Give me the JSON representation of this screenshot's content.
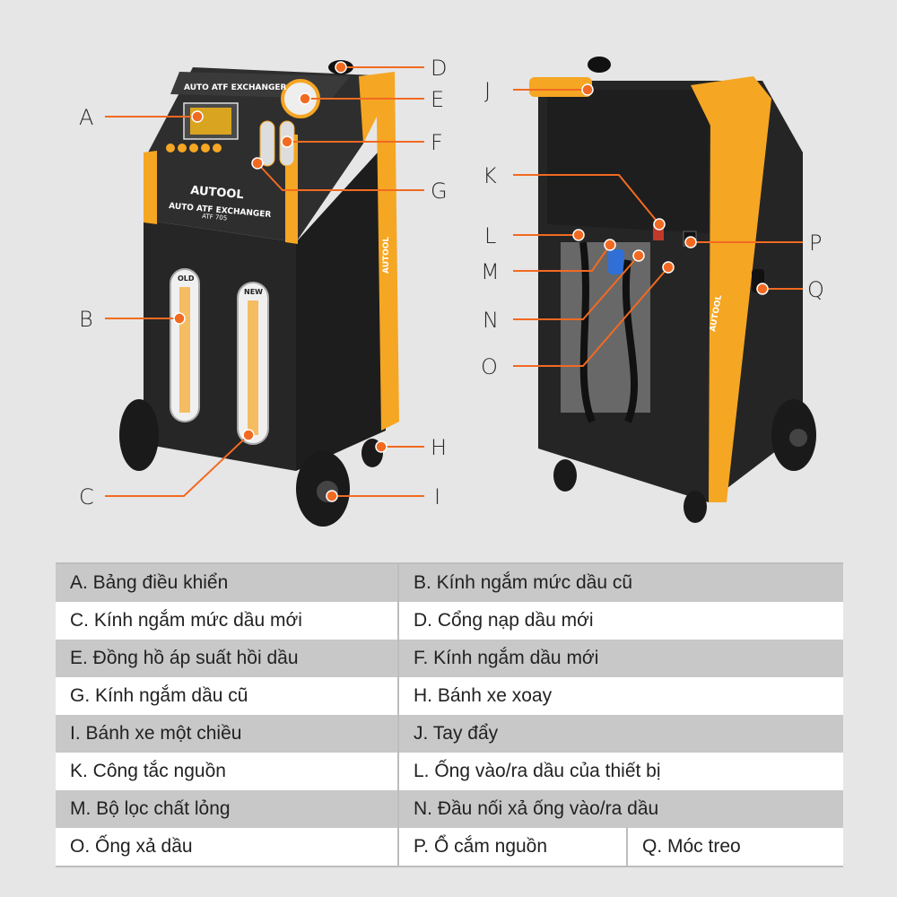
{
  "machine_text": {
    "brand": "AUTOOL",
    "product": "AUTO ATF EXCHANGER",
    "model": "ATF 705",
    "old": "OLD",
    "new": "NEW",
    "side_brand": "AUTOOL"
  },
  "callouts": [
    "A",
    "B",
    "C",
    "D",
    "E",
    "F",
    "G",
    "H",
    "I",
    "J",
    "K",
    "L",
    "M",
    "N",
    "O",
    "P",
    "Q"
  ],
  "table": {
    "rows": [
      [
        "A. Bảng điều khiển",
        "B. Kính ngắm mức dầu cũ"
      ],
      [
        "C. Kính ngắm mức dầu mới",
        "D. Cổng nạp dầu mới"
      ],
      [
        "E. Đồng hồ áp suất hồi dầu",
        "F. Kính ngắm dầu mới"
      ],
      [
        "G. Kính ngắm dầu cũ",
        "H. Bánh xe xoay"
      ],
      [
        "I. Bánh xe một chiều",
        "J. Tay đẩy"
      ],
      [
        "K. Công tắc nguồn",
        "L. Ống vào/ra dầu của thiết bị"
      ],
      [
        "M. Bộ lọc chất lỏng",
        "N. Đầu nối xả ống vào/ra dầu"
      ],
      [
        "O. Ống xả dầu",
        "P. Ổ cắm nguồn",
        "Q. Móc treo"
      ]
    ]
  },
  "colors": {
    "accent": "#f26a21",
    "body": "#2b2b2b",
    "frame": "#f5a623"
  }
}
